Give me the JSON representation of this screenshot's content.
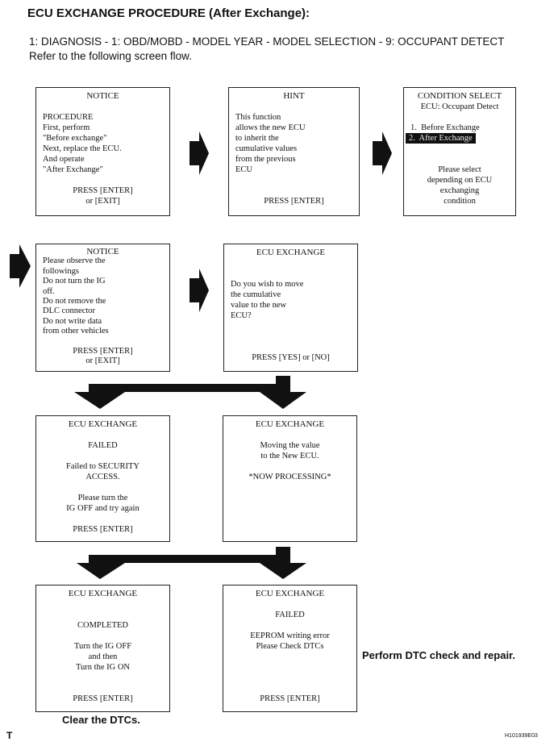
{
  "heading": "ECU EXCHANGE PROCEDURE (After Exchange):",
  "path": "1: DIAGNOSIS - 1: OBD/MOBD - MODEL YEAR - MODEL SELECTION - 9: OCCUPANT DETECT",
  "intro": "Refer to the following screen flow.",
  "screens": [
    {
      "id": "notice-1",
      "lines": [
        {
          "t": "NOTICE",
          "a": "c"
        },
        {
          "t": "",
          "a": "l"
        },
        {
          "t": "PROCEDURE",
          "a": "l"
        },
        {
          "t": "First, perform",
          "a": "l"
        },
        {
          "t": "\"Before exchange\"",
          "a": "l"
        },
        {
          "t": "Next, replace the ECU.",
          "a": "l"
        },
        {
          "t": "And operate",
          "a": "l"
        },
        {
          "t": "\"After Exchange\"",
          "a": "l"
        },
        {
          "t": "",
          "a": "l"
        },
        {
          "t": "PRESS [ENTER]",
          "a": "c"
        },
        {
          "t": "or [EXIT]",
          "a": "c"
        }
      ]
    },
    {
      "id": "hint",
      "lines": [
        {
          "t": "HINT",
          "a": "c"
        },
        {
          "t": "",
          "a": "l"
        },
        {
          "t": "This function",
          "a": "l"
        },
        {
          "t": "allows the new ECU",
          "a": "l"
        },
        {
          "t": "to inherit the",
          "a": "l"
        },
        {
          "t": "cumulative values",
          "a": "l"
        },
        {
          "t": "from the previous",
          "a": "l"
        },
        {
          "t": "ECU",
          "a": "l"
        },
        {
          "t": "",
          "a": "l"
        },
        {
          "t": "",
          "a": "l"
        },
        {
          "t": "PRESS [ENTER]",
          "a": "c"
        }
      ]
    },
    {
      "id": "condition-select",
      "lines": [
        {
          "t": "CONDITION SELECT",
          "a": "c"
        },
        {
          "t": "ECU: Occupant Detect",
          "a": "c"
        },
        {
          "t": "",
          "a": "l"
        },
        {
          "t": "1.  Before Exchange",
          "a": "l"
        },
        {
          "t": "2.  After Exchange",
          "a": "sel"
        },
        {
          "t": "",
          "a": "l"
        },
        {
          "t": "",
          "a": "l"
        },
        {
          "t": "Please select",
          "a": "c"
        },
        {
          "t": "depending on ECU",
          "a": "c"
        },
        {
          "t": "exchanging",
          "a": "c"
        },
        {
          "t": "condition",
          "a": "c"
        }
      ]
    },
    {
      "id": "notice-2",
      "lines": [
        {
          "t": "NOTICE",
          "a": "c"
        },
        {
          "t": "Please observe the",
          "a": "l"
        },
        {
          "t": "followings",
          "a": "l"
        },
        {
          "t": "Do not turn the IG",
          "a": "l"
        },
        {
          "t": "off.",
          "a": "l"
        },
        {
          "t": "Do not remove the",
          "a": "l"
        },
        {
          "t": "DLC connector",
          "a": "l"
        },
        {
          "t": "Do not write data",
          "a": "l"
        },
        {
          "t": "from other vehicles",
          "a": "l"
        },
        {
          "t": "",
          "a": "l"
        },
        {
          "t": "PRESS [ENTER]",
          "a": "c"
        },
        {
          "t": "or [EXIT]",
          "a": "c"
        }
      ]
    },
    {
      "id": "ecu-exchange-confirm",
      "lines": [
        {
          "t": "ECU EXCHANGE",
          "a": "c"
        },
        {
          "t": "",
          "a": "l"
        },
        {
          "t": "",
          "a": "l"
        },
        {
          "t": "Do you wish to move",
          "a": "l"
        },
        {
          "t": "the cumulative",
          "a": "l"
        },
        {
          "t": "value to the new",
          "a": "l"
        },
        {
          "t": "ECU?",
          "a": "l"
        },
        {
          "t": "",
          "a": "l"
        },
        {
          "t": "",
          "a": "l"
        },
        {
          "t": "",
          "a": "l"
        },
        {
          "t": "PRESS [YES] or [NO]",
          "a": "c"
        }
      ]
    },
    {
      "id": "failed-security",
      "lines": [
        {
          "t": "ECU EXCHANGE",
          "a": "c"
        },
        {
          "t": "",
          "a": "c"
        },
        {
          "t": "FAILED",
          "a": "c"
        },
        {
          "t": "",
          "a": "c"
        },
        {
          "t": "Failed to SECURITY",
          "a": "c"
        },
        {
          "t": "ACCESS.",
          "a": "c"
        },
        {
          "t": "",
          "a": "c"
        },
        {
          "t": "Please turn the",
          "a": "c"
        },
        {
          "t": "IG OFF and try again",
          "a": "c"
        },
        {
          "t": "",
          "a": "c"
        },
        {
          "t": "PRESS [ENTER]",
          "a": "c"
        }
      ]
    },
    {
      "id": "processing",
      "lines": [
        {
          "t": "ECU EXCHANGE",
          "a": "c"
        },
        {
          "t": "",
          "a": "c"
        },
        {
          "t": "Moving the value",
          "a": "c"
        },
        {
          "t": "to the New ECU.",
          "a": "c"
        },
        {
          "t": "",
          "a": "c"
        },
        {
          "t": "*NOW PROCESSING*",
          "a": "c"
        }
      ]
    },
    {
      "id": "completed",
      "lines": [
        {
          "t": "ECU EXCHANGE",
          "a": "c"
        },
        {
          "t": "",
          "a": "c"
        },
        {
          "t": "",
          "a": "c"
        },
        {
          "t": "COMPLETED",
          "a": "c"
        },
        {
          "t": "",
          "a": "c"
        },
        {
          "t": "Turn the IG OFF",
          "a": "c"
        },
        {
          "t": "and then",
          "a": "c"
        },
        {
          "t": "Turn the IG ON",
          "a": "c"
        },
        {
          "t": "",
          "a": "c"
        },
        {
          "t": "",
          "a": "c"
        },
        {
          "t": "PRESS [ENTER]",
          "a": "c"
        }
      ]
    },
    {
      "id": "failed-eeprom",
      "lines": [
        {
          "t": "ECU EXCHANGE",
          "a": "c"
        },
        {
          "t": "",
          "a": "c"
        },
        {
          "t": "FAILED",
          "a": "c"
        },
        {
          "t": "",
          "a": "c"
        },
        {
          "t": "EEPROM writing error",
          "a": "c"
        },
        {
          "t": "Please Check DTCs",
          "a": "c"
        },
        {
          "t": "",
          "a": "c"
        },
        {
          "t": "",
          "a": "c"
        },
        {
          "t": "",
          "a": "c"
        },
        {
          "t": "",
          "a": "c"
        },
        {
          "t": "PRESS [ENTER]",
          "a": "c"
        }
      ]
    }
  ],
  "note_repair": "Perform DTC check and repair.",
  "note_clear": "Clear the DTCs.",
  "footer_left": "T",
  "footer_code": "H101939E03"
}
